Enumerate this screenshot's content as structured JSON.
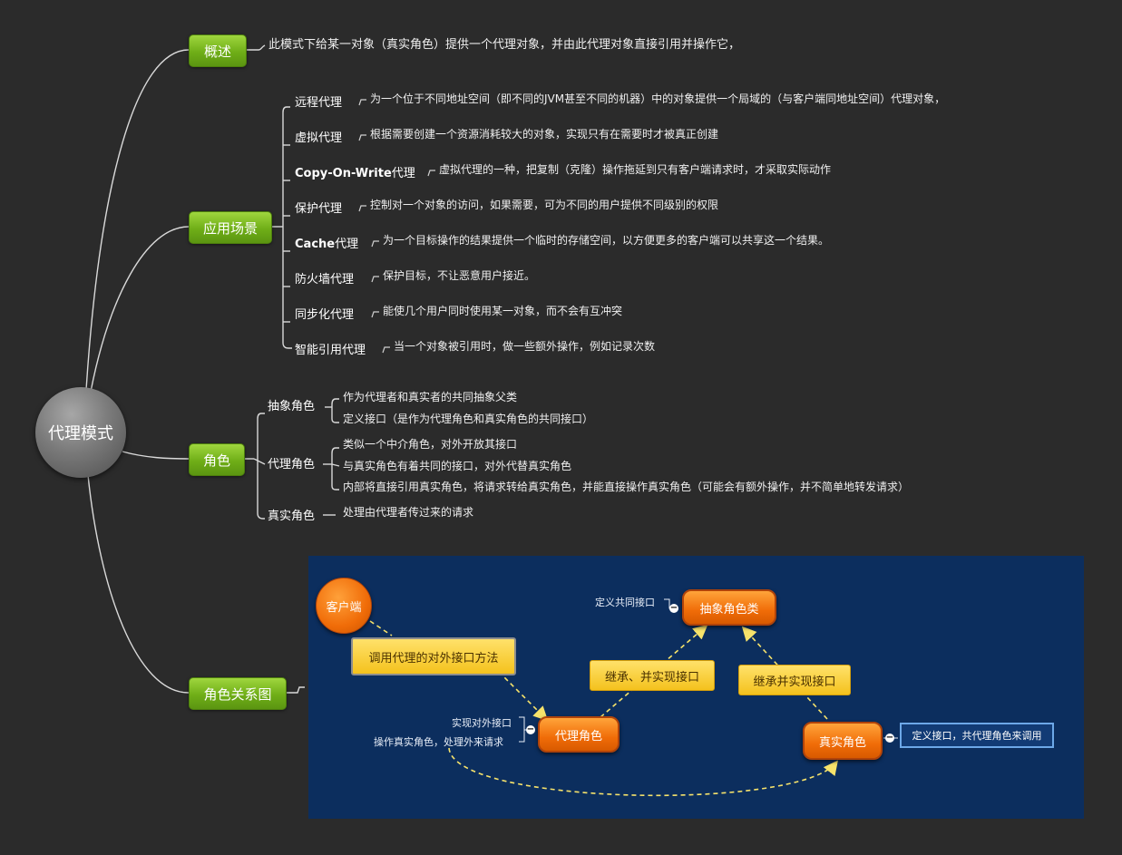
{
  "center": "代理模式",
  "branches": {
    "overview": {
      "label": "概述",
      "text": "此模式下给某一对象（真实角色）提供一个代理对象，并由此代理对象直接引用并操作它，"
    },
    "scenes": {
      "label": "应用场景",
      "items": [
        {
          "name": "远程代理",
          "desc": "为一个位于不同地址空间（即不同的JVM甚至不同的机器）中的对象提供一个局域的（与客户端同地址空间）代理对象，"
        },
        {
          "name": "虚拟代理",
          "desc": "根据需要创建一个资源消耗较大的对象，实现只有在需要时才被真正创建"
        },
        {
          "name_bold": "Copy-On-Write",
          "name": "代理",
          "desc": "虚拟代理的一种，把复制（克隆）操作拖延到只有客户端请求时，才采取实际动作"
        },
        {
          "name": "保护代理",
          "desc": "控制对一个对象的访问，如果需要，可为不同的用户提供不同级别的权限"
        },
        {
          "name_bold": "Cache",
          "name": "代理",
          "desc": "为一个目标操作的结果提供一个临时的存储空间，以方便更多的客户端可以共享这一个结果。"
        },
        {
          "name": "防火墙代理",
          "desc": "保护目标，不让恶意用户接近。"
        },
        {
          "name": "同步化代理",
          "desc": "能使几个用户同时使用某一对象，而不会有互冲突"
        },
        {
          "name": "智能引用代理",
          "desc": "当一个对象被引用时，做一些额外操作，例如记录次数"
        }
      ]
    },
    "roles": {
      "label": "角色",
      "abstract": {
        "name": "抽象角色",
        "items": [
          "作为代理者和真实者的共同抽象父类",
          "定义接口（是作为代理角色和真实角色的共同接口）"
        ]
      },
      "proxy": {
        "name": "代理角色",
        "items": [
          "类似一个中介角色，对外开放其接口",
          "与真实角色有着共同的接口，对外代替真实角色",
          "内部将直接引用真实角色，将请求转给真实角色，并能直接操作真实角色（可能会有额外操作，并不简单地转发请求）"
        ]
      },
      "real": {
        "name": "真实角色",
        "items": [
          "处理由代理者传过来的请求"
        ]
      }
    },
    "relation": {
      "label": "角色关系图"
    }
  },
  "relation_diagram": {
    "client": "客户端",
    "call": "调用代理的对外接口方法",
    "abstract": "抽象角色类",
    "abstract_note": "定义共同接口",
    "inherit1": "继承、并实现接口",
    "inherit2": "继承并实现接口",
    "proxy": "代理角色",
    "proxy_note1": "实现对外接口",
    "proxy_note2": "操作真实角色，处理外来请求",
    "real": "真实角色",
    "real_note": "定义接口，共代理角色来调用"
  },
  "colors": {
    "background": "#2b2b2b",
    "branch": "#6fae17",
    "panel": "#0c2e5e",
    "orange": "#f06c08",
    "yellow": "#f4c21d"
  }
}
